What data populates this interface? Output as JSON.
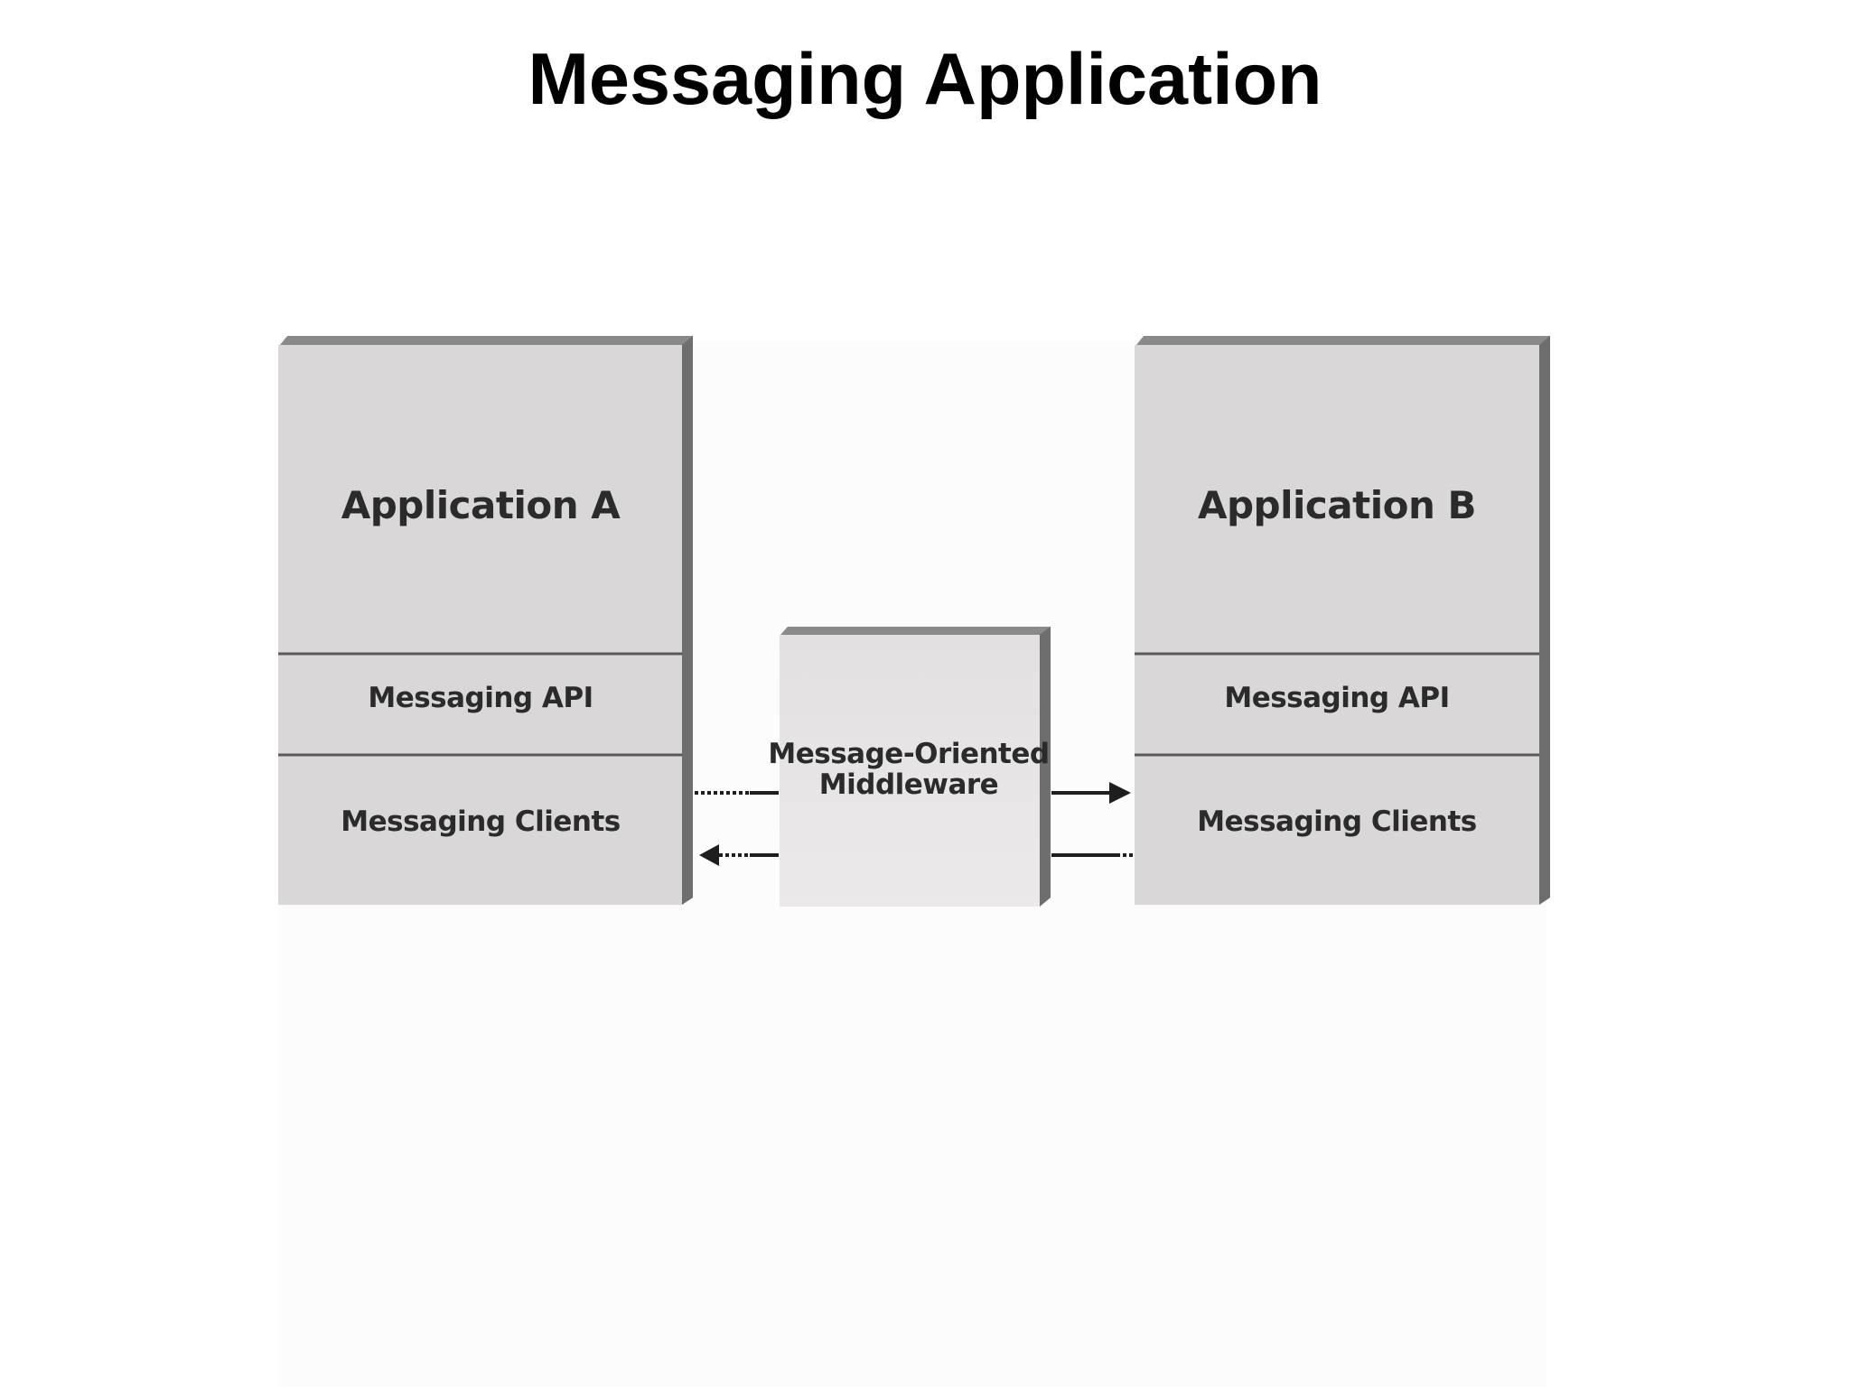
{
  "title": "Messaging Application",
  "diagram": {
    "application_a": {
      "title": "Application A",
      "api_label": "Messaging API",
      "clients_label": "Messaging Clients"
    },
    "application_b": {
      "title": "Application B",
      "api_label": "Messaging API",
      "clients_label": "Messaging Clients"
    },
    "middleware": {
      "line1": "Message-Oriented",
      "line2": "Middleware"
    },
    "colors": {
      "box_fill": "#d9d7d8",
      "box_shadow": "#6e6e6e",
      "box_divider": "#5a5a5a",
      "middleware_fill": "#e6e4e5",
      "label_text": "#2b2b2b",
      "arrow": "#1e1e1e"
    }
  }
}
